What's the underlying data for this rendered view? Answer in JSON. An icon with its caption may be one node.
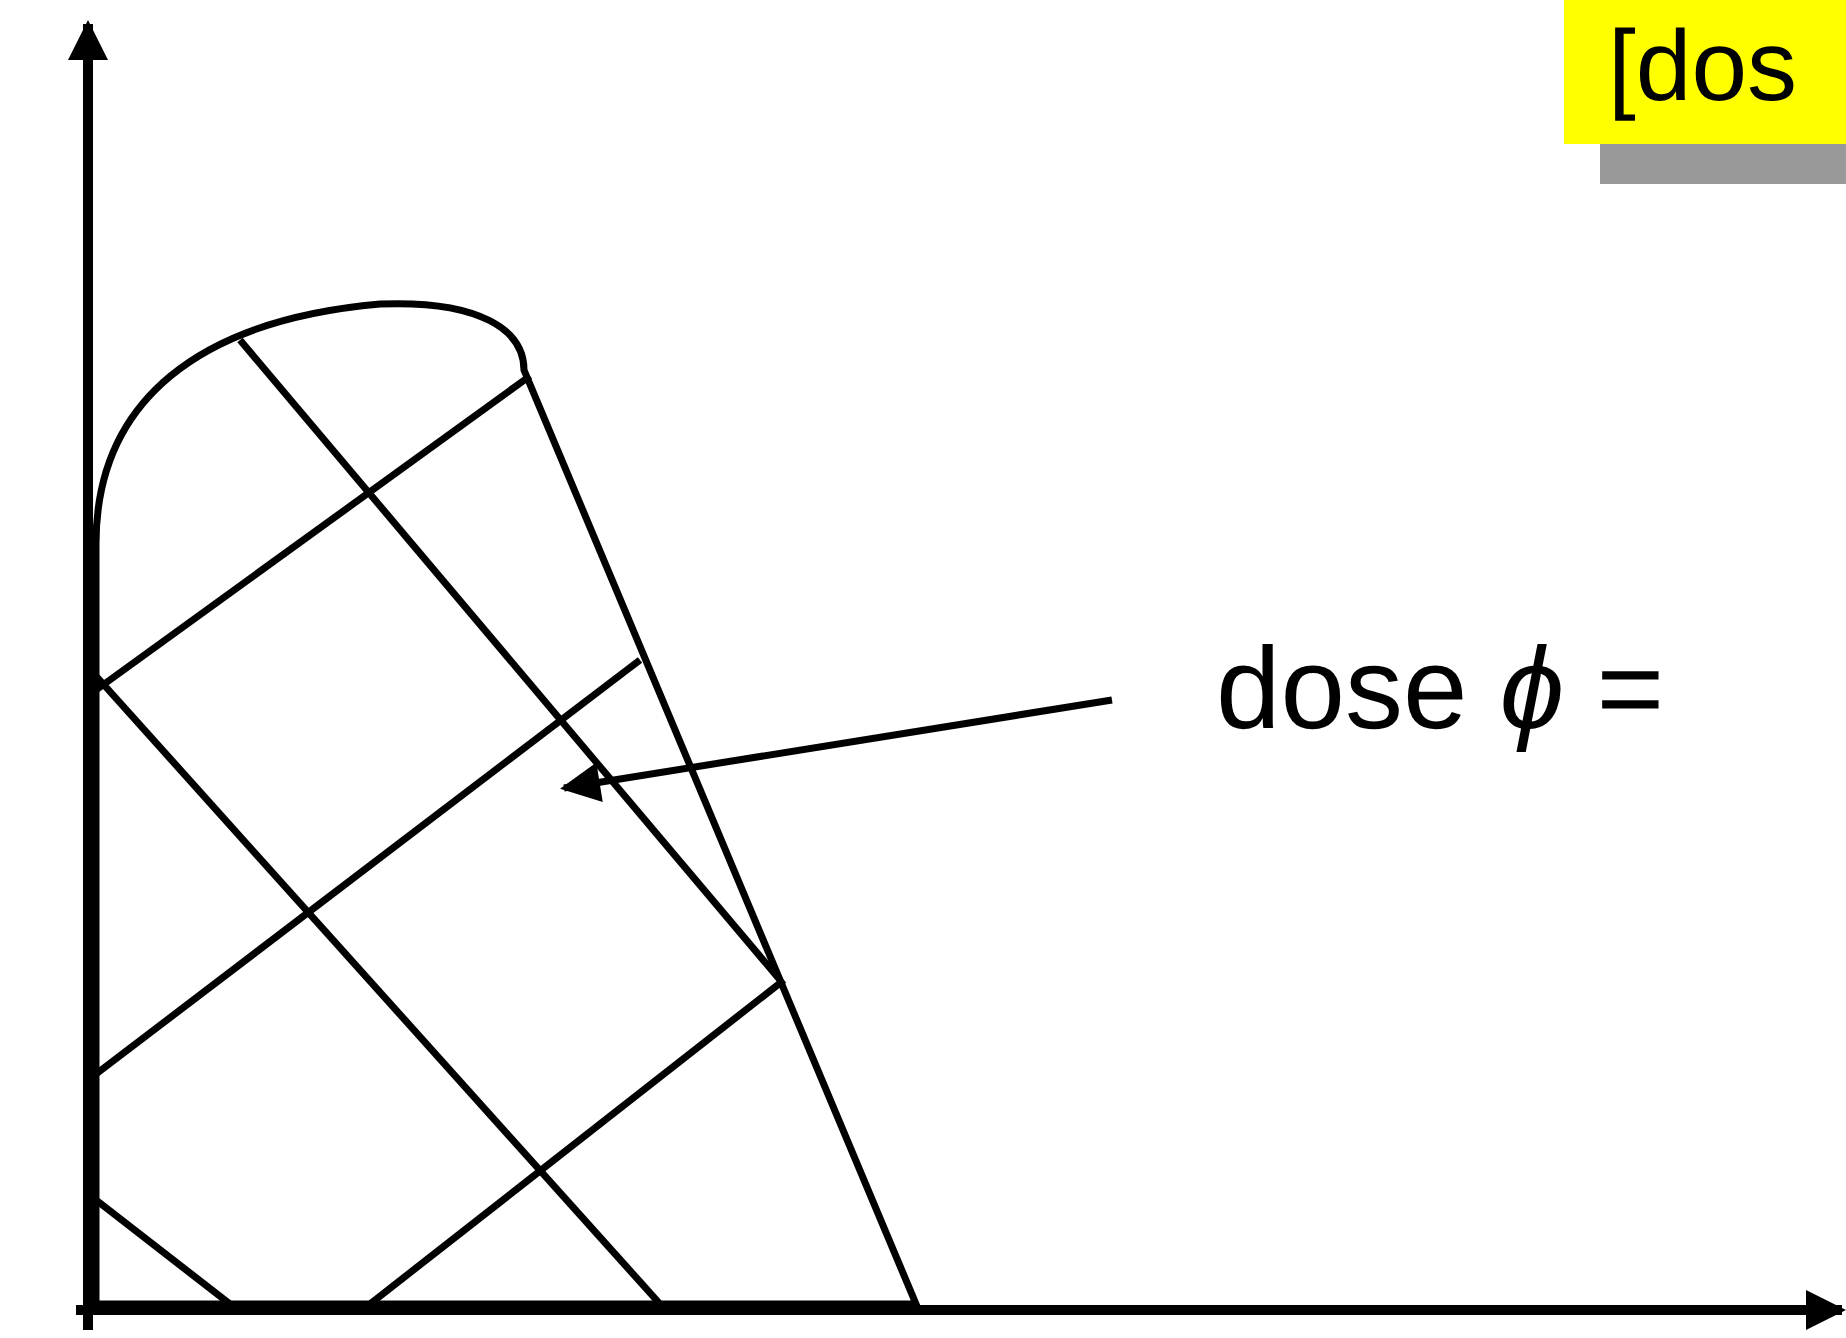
{
  "diagram": {
    "nodes": [
      {
        "text": [
          "[dos"
        ]
      },
      {
        "text": [
          "dose *ϕ* ="
        ]
      },
      {
        "text": [],
        "shape": "picture"
      }
    ],
    "edges": [
      {
        "from": 1,
        "to": 2,
        "arrow": "to"
      }
    ]
  }
}
